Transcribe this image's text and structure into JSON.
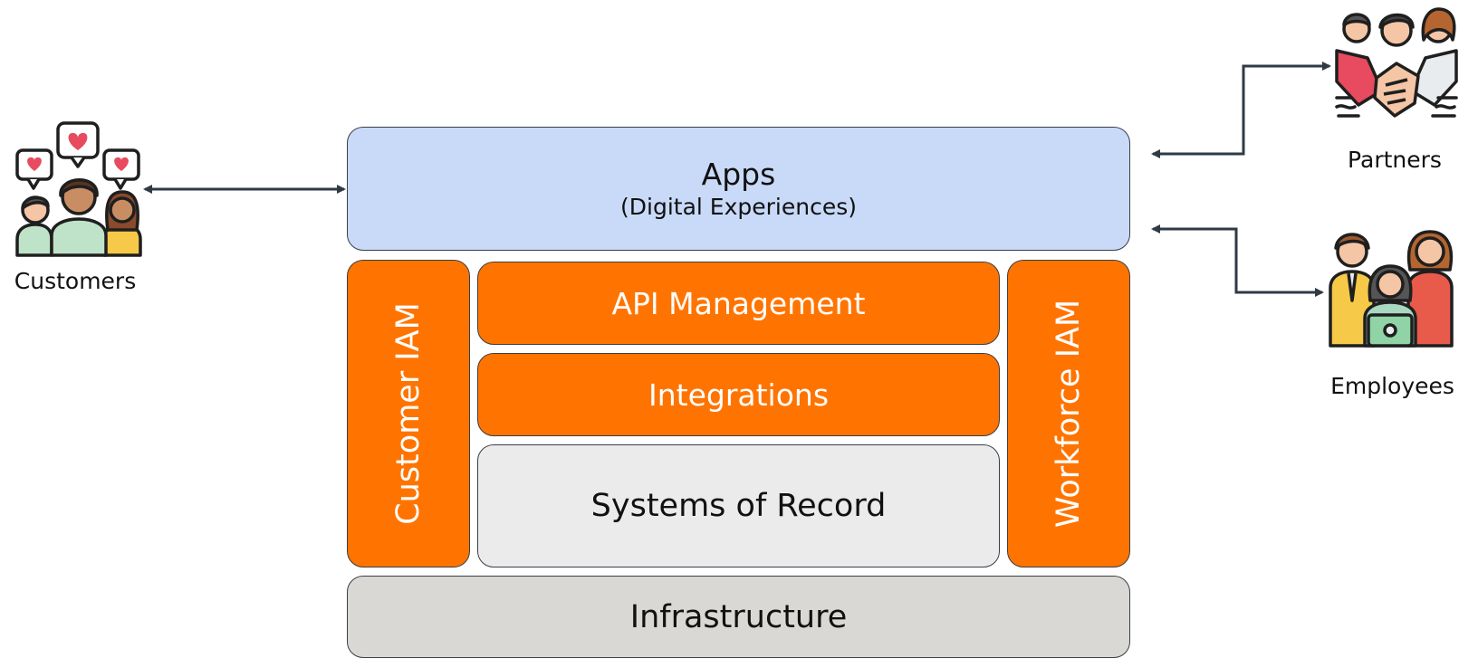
{
  "layers": {
    "apps": {
      "title": "Apps",
      "subtitle": "(Digital Experiences)"
    },
    "api_management": "API Management",
    "integrations": "Integrations",
    "systems_of_record": "Systems of Record",
    "customer_iam": "Customer IAM",
    "workforce_iam": "Workforce IAM",
    "infrastructure": "Infrastructure"
  },
  "actors": {
    "customers": {
      "label": "Customers",
      "icon": "customers-hearts-icon"
    },
    "partners": {
      "label": "Partners",
      "icon": "partners-handshake-icon"
    },
    "employees": {
      "label": "Employees",
      "icon": "employees-group-icon"
    }
  },
  "colors": {
    "apps": "#c9daf8",
    "iam_and_middleware": "#ff7400",
    "systems_of_record": "#ebebeb",
    "infrastructure": "#d9d8d4",
    "arrows": "#2f3a45"
  }
}
